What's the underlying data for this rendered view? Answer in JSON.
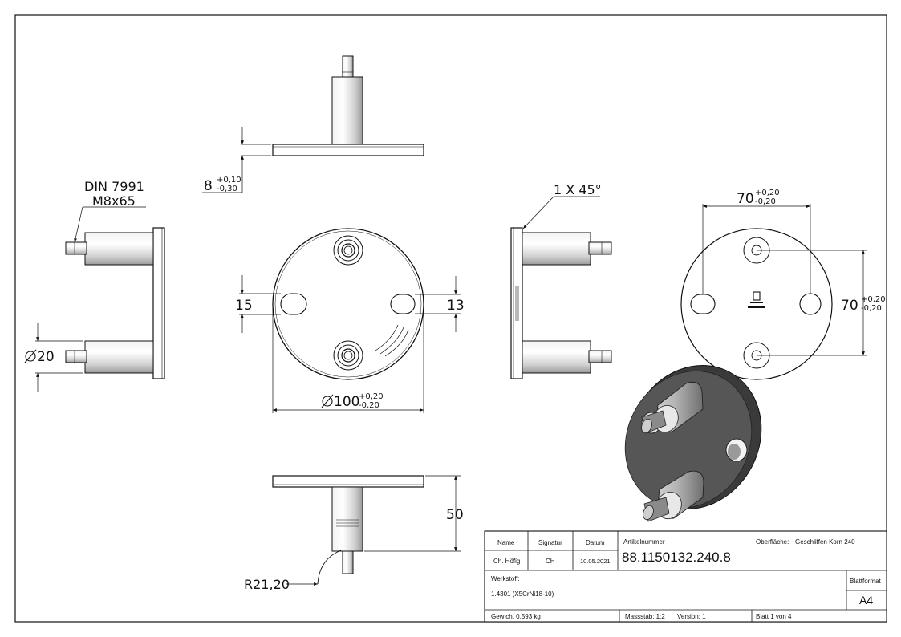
{
  "dimensions": {
    "plate_thickness": "8",
    "plate_thickness_tol_upper": "+0,10",
    "plate_thickness_tol_lower": "-0,30",
    "screw_standard": "DIN 7991",
    "screw_size": "M8x65",
    "pin_diameter": "20",
    "slot_left": "15",
    "slot_right": "13",
    "plate_diameter": "100",
    "plate_diameter_tol_upper": "+0,20",
    "plate_diameter_tol_lower": "-0,20",
    "chamfer": "1 X 45°",
    "hole_spacing_h": "70",
    "hole_spacing_h_tol_upper": "+0,20",
    "hole_spacing_h_tol_lower": "-0,20",
    "hole_spacing_v": "70",
    "hole_spacing_v_tol_upper": "+0,20",
    "hole_spacing_v_tol_lower": "-0,20",
    "height": "50",
    "radius": "R21,20"
  },
  "title_block": {
    "name_label": "Name",
    "signature_label": "Signatur",
    "date_label": "Datum",
    "name_value": "Ch. Höfig",
    "signature_value": "CH",
    "date_value": "10.05.2021",
    "article_label": "Artikelnummer",
    "article_number": "88.1150132.240.8",
    "surface_label": "Oberfläche:",
    "surface_value": "Geschliffen Korn 240",
    "material_label": "Werkstoff:",
    "material_value": "1.4301 (X5CrNi18-10)",
    "sheet_format_label": "Blattformat",
    "sheet_format_value": "A4",
    "weight": "Gewicht 0.593 kg",
    "scale": "Massstab: 1:2",
    "version": "Version: 1",
    "sheet_number": "Blatt 1 von 4"
  }
}
